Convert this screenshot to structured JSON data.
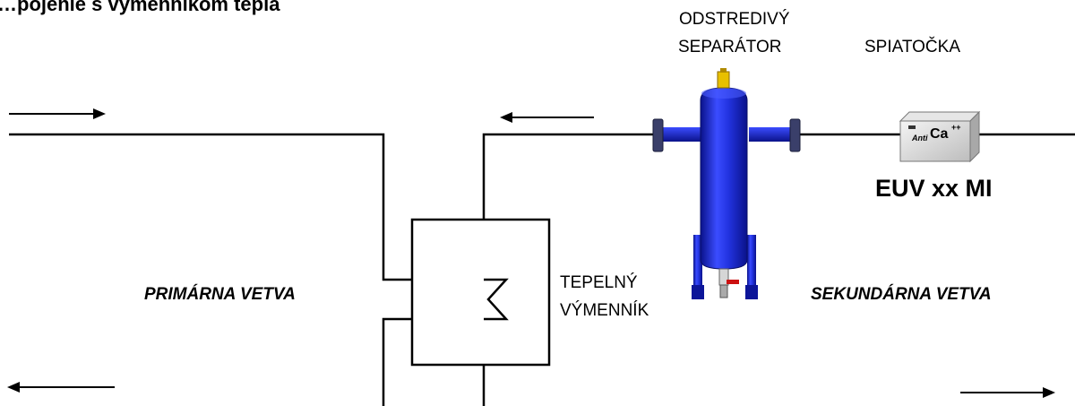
{
  "header_fragment": "…pojenie s výmenníkom tepla",
  "labels": {
    "separator_line1": "ODSTREDIVÝ",
    "separator_line2": "SEPARÁTOR",
    "return_label": "SPIATOČKA",
    "device_model": "EUV xx MI",
    "primary_branch": "PRIMÁRNA VETVA",
    "secondary_branch": "SEKUNDÁRNA VETVA",
    "exchanger_line1": "TEPELNÝ",
    "exchanger_line2": "VÝMENNÍK"
  },
  "device_badge": {
    "anti": "Anti",
    "ca": "Ca",
    "charge": "++"
  },
  "colors": {
    "separator_body": "#1f2fd6",
    "separator_dark": "#0c1599",
    "valve_yellow": "#e8c000",
    "flange": "#3a3f6a",
    "drain_red": "#cc1111",
    "line": "#000000"
  },
  "flow_arrows": [
    "arrow-right-icon",
    "arrow-left-icon",
    "arrow-left-icon",
    "arrow-right-icon"
  ]
}
